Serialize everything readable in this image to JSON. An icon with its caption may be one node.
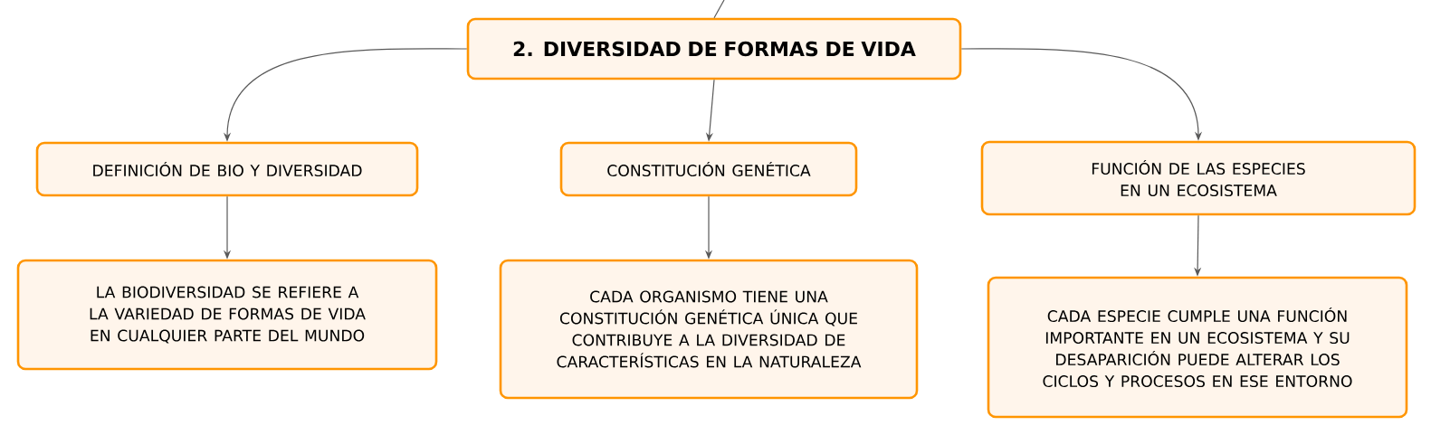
{
  "diagram": {
    "nodes": [
      {
        "text": [
          "2. DIVERSIDAD DE FORMAS DE VIDA"
        ]
      },
      {
        "text": [
          "DEFINICIÓN DE BIO Y DIVERSIDAD"
        ]
      },
      {
        "text": [
          "CONSTITUCIÓN GENÉTICA"
        ]
      },
      {
        "text": [
          "FUNCIÓN DE LAS ESPECIES EN UN ECOSISTEMA"
        ]
      },
      {
        "text": [
          "LA BIODIVERSIDAD SE REFIERE A LA VARIEDAD DE FORMAS DE VIDA EN CUALQUIER PARTE DEL MUNDO"
        ]
      },
      {
        "text": [
          "CADA ORGANISMO TIENE UNA CONSTITUCIÓN GENÉTICA ÚNICA QUE CONTRIBUYE A LA DIVERSIDAD DE CARACTERÍSTICAS EN LA NATURALEZA"
        ]
      },
      {
        "text": [
          "CADA ESPECIE CUMPLE UNA FUNCIÓN IMPORTANTE EN UN ECOSISTEMA Y SU DESAPARICIÓN PUEDE ALTERAR LOS CICLOS Y PROCESOS EN ESE ENTORNO"
        ]
      }
    ],
    "edges": [
      {
        "from": null,
        "to": 0,
        "arrow": "none"
      },
      {
        "from": 0,
        "to": 1,
        "arrow": "to"
      },
      {
        "from": 0,
        "to": 2,
        "arrow": "to"
      },
      {
        "from": 0,
        "to": 3,
        "arrow": "to"
      },
      {
        "from": 1,
        "to": 4,
        "arrow": "to"
      },
      {
        "from": 2,
        "to": 5,
        "arrow": "to"
      },
      {
        "from": 3,
        "to": 6,
        "arrow": "to"
      }
    ]
  }
}
